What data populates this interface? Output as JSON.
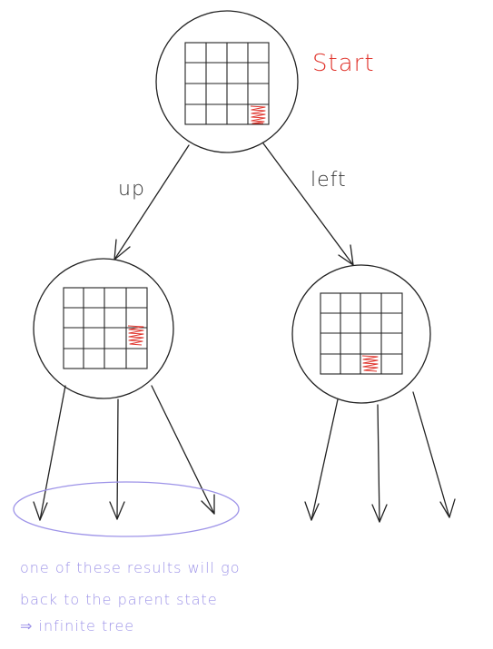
{
  "labels": {
    "start": "Start",
    "edge_up": "up",
    "edge_left": "left"
  },
  "note": {
    "lines": [
      "one of these results will go",
      "back to the parent state",
      "⇒ infinite tree"
    ]
  },
  "colors": {
    "ink": "#222222",
    "highlight": "#e0342c",
    "annotation": "#9d93e8"
  },
  "grids": {
    "size": 4,
    "root_marked_cell": [
      3,
      3
    ],
    "up_marked_cell": [
      2,
      3
    ],
    "left_marked_cell": [
      3,
      2
    ]
  }
}
